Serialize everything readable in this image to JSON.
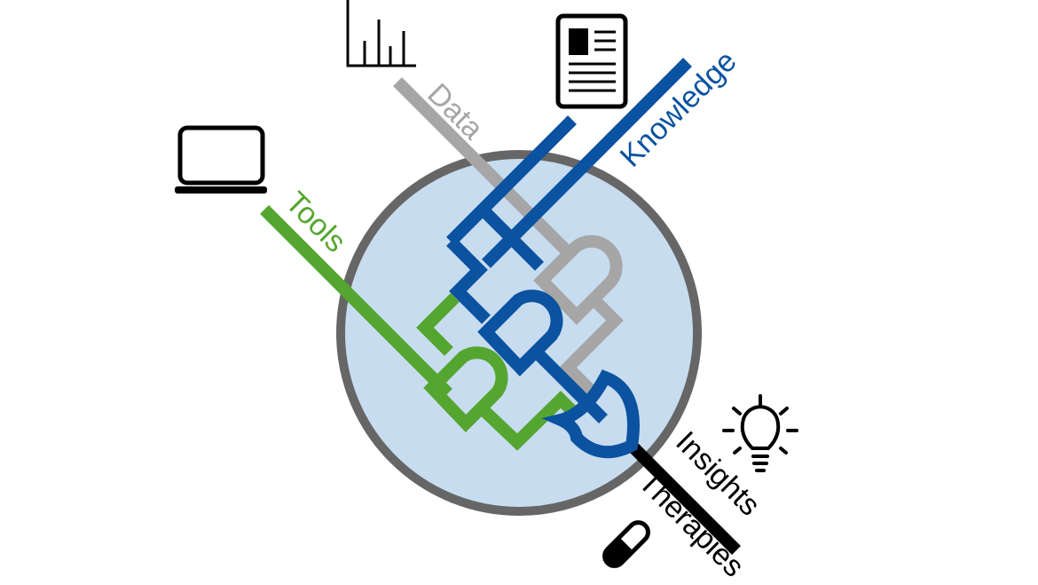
{
  "labels": {
    "data": "Data",
    "knowledge": "Knowledge",
    "tools": "Tools",
    "insights": "Insights",
    "therapies": "Therapies"
  },
  "colors": {
    "data": "#a6a6a6",
    "knowledge": "#0b52a0",
    "tools": "#55a630",
    "output": "#000000",
    "circle_fill": "#c8dcf0",
    "circle_stroke": "#666666",
    "icon": "#000000"
  },
  "icons": {
    "data": "bar-chart-icon",
    "knowledge": "document-icon",
    "tools": "laptop-icon",
    "insights": "lightbulb-icon",
    "therapies": "pill-icon"
  }
}
